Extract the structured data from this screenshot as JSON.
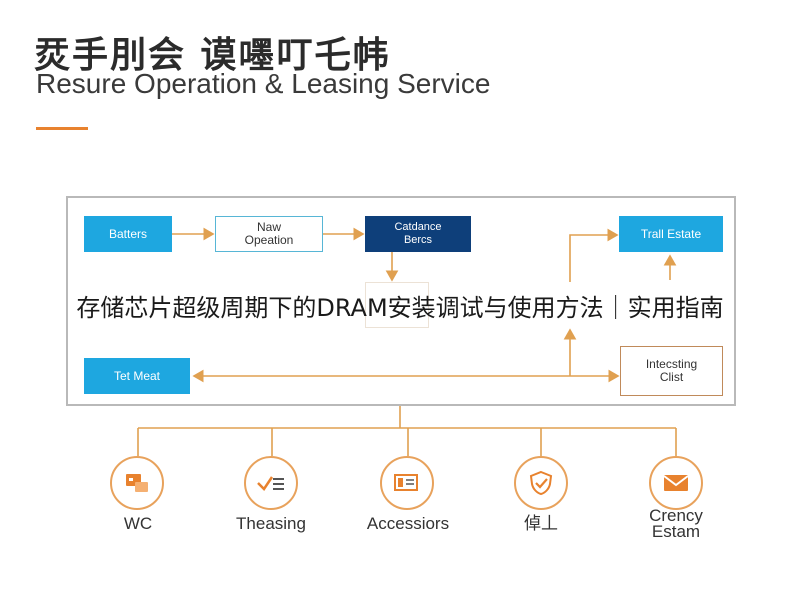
{
  "header": {
    "title_cn": "烎手刖会 谟嚜叮乇帏",
    "title_en": "Resure Operation & Leasing Service"
  },
  "overlay_title": "存储芯片超级周期下的DRAM安装调试与使用方法｜实用指南",
  "diagram": {
    "nodes": {
      "batters": "Batters",
      "new_operation_line1": "Naw",
      "new_operation_line2": "Opeation",
      "caldance_line1": "Catdance",
      "caldance_line2": "Bercs",
      "trall_estate": "Trall Estate",
      "tet_meat": "Tet Meat",
      "interesting_line1": "Intecsting",
      "interesting_line2": "Clist"
    }
  },
  "icons": [
    {
      "name": "wc",
      "label": "WC",
      "icon": "card-icon"
    },
    {
      "name": "theasing",
      "label": "Theasing",
      "icon": "checklist-icon"
    },
    {
      "name": "accessories",
      "label": "Accessiors",
      "icon": "device-icon"
    },
    {
      "name": "cn-item",
      "label": "倬丄",
      "icon": "shield-icon"
    },
    {
      "name": "crency-estam",
      "label": "Crency\nEstam",
      "icon": "envelope-icon"
    }
  ],
  "colors": {
    "accent_orange": "#e8822e",
    "node_cyan": "#1ea7e0",
    "node_navy": "#0e3f7a",
    "connector": "#e0a050"
  }
}
